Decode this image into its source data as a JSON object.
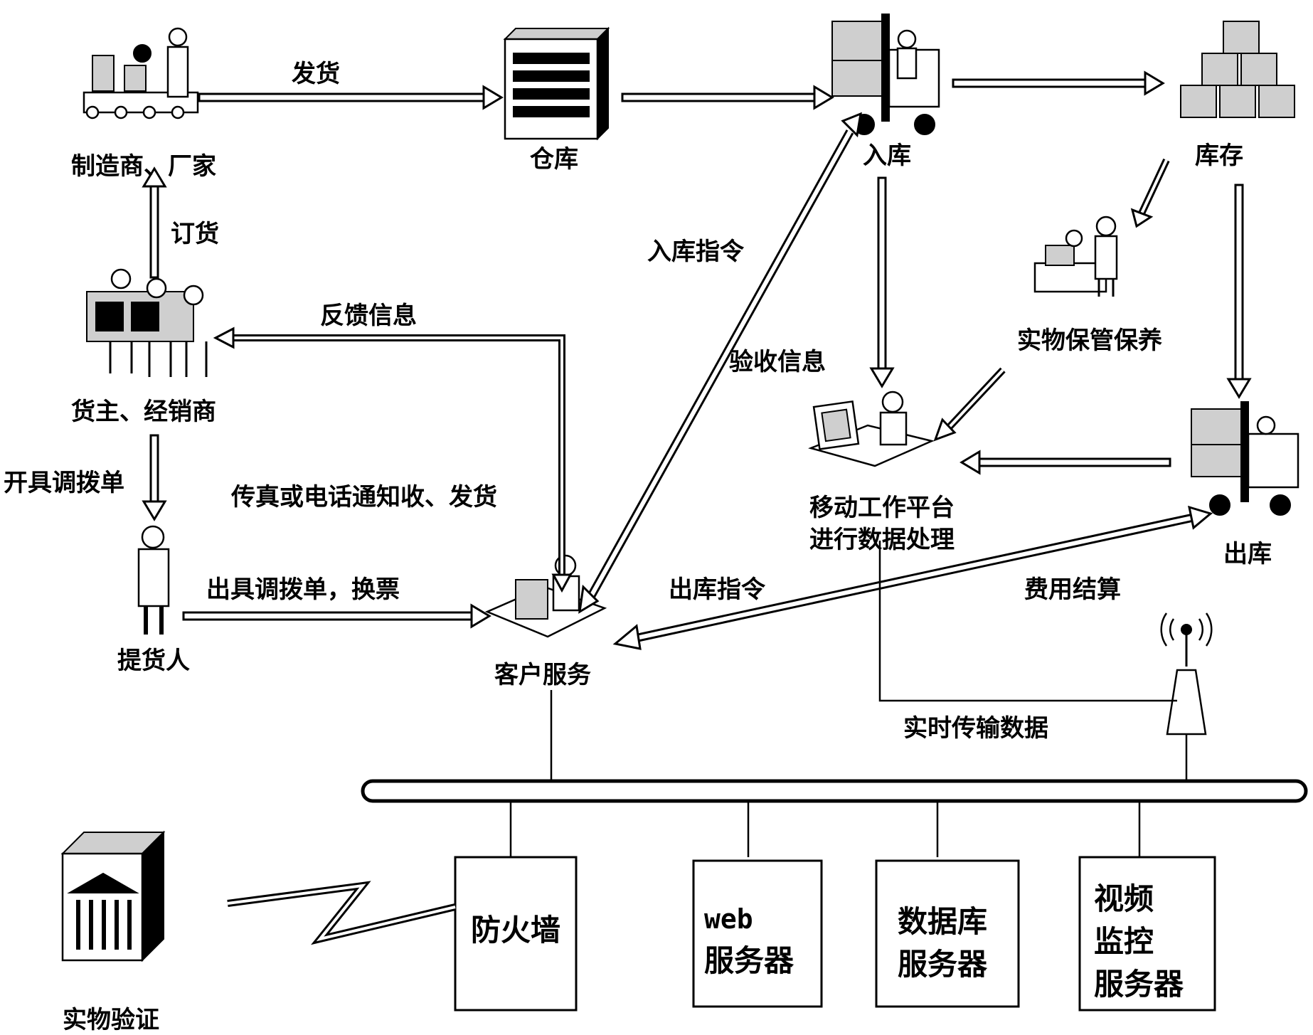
{
  "nodes": {
    "manufacturer": "制造商、厂家",
    "warehouse": "仓库",
    "inbound": "入库",
    "inventory": "库存",
    "owner": "货主、经销商",
    "storage": "实物保管保养",
    "mobile_platform_line1": "移动工作平台",
    "mobile_platform_line2": "进行数据处理",
    "outbound": "出库",
    "picker": "提货人",
    "customer_service": "客户服务",
    "verification": "实物验证"
  },
  "edges": {
    "ship": "发货",
    "order": "订货",
    "issue_transfer": "开具调拨单",
    "feedback": "反馈信息",
    "fax_phone": "传真或电话通知收、发货",
    "present_transfer": "出具调拨单，换票",
    "inbound_cmd": "入库指令",
    "acceptance": "验收信息",
    "outbound_cmd": "出库指令",
    "fee_settlement": "费用结算",
    "realtime": "实时传输数据"
  },
  "servers": {
    "firewall": "防火墙",
    "web_line1": "web",
    "web_line2": "服务器",
    "db_line1": "数据库",
    "db_line2": "服务器",
    "video_line1": "视频",
    "video_line2": "监控",
    "video_line3": "服务器"
  },
  "colors": {
    "stroke": "#000000",
    "background": "#ffffff",
    "icon_fill": "#cfcfcf"
  }
}
